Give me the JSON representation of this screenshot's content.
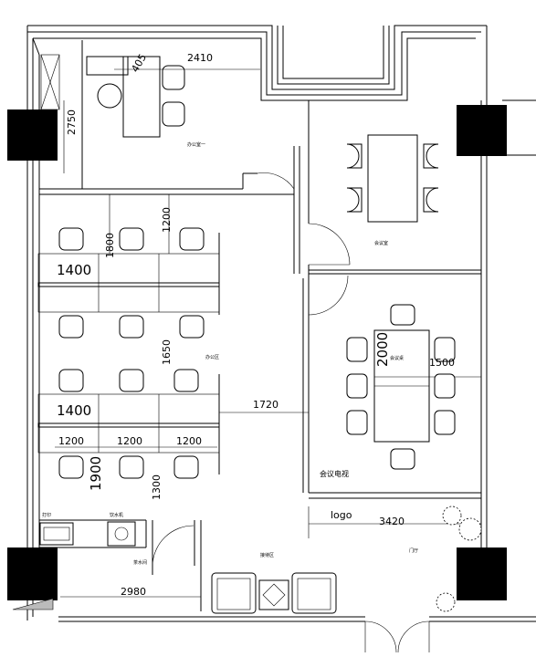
{
  "dimensions": {
    "d2410": "2410",
    "d405": "405",
    "d2750": "2750",
    "d1200_top": "1200",
    "d1800": "1800",
    "d1400_a": "1400",
    "d1650": "1650",
    "d1400_b": "1400",
    "d1720": "1720",
    "d1200_a": "1200",
    "d1200_b": "1200",
    "d1200_c": "1200",
    "d1900": "1900",
    "d1300": "1300",
    "d2000": "2000",
    "d1500": "1500",
    "d3420": "3420",
    "d2980": "2980"
  },
  "labels": {
    "logo": "logo",
    "meeting_tv": "会议电视",
    "office1": "办公室一",
    "office_area": "办公区",
    "meeting_room": "会议室",
    "conf_table": "会议桌",
    "lounge": "接待区",
    "hall": "门厅",
    "copier": "打印",
    "pantry": "茶水间",
    "water": "饮水机"
  }
}
